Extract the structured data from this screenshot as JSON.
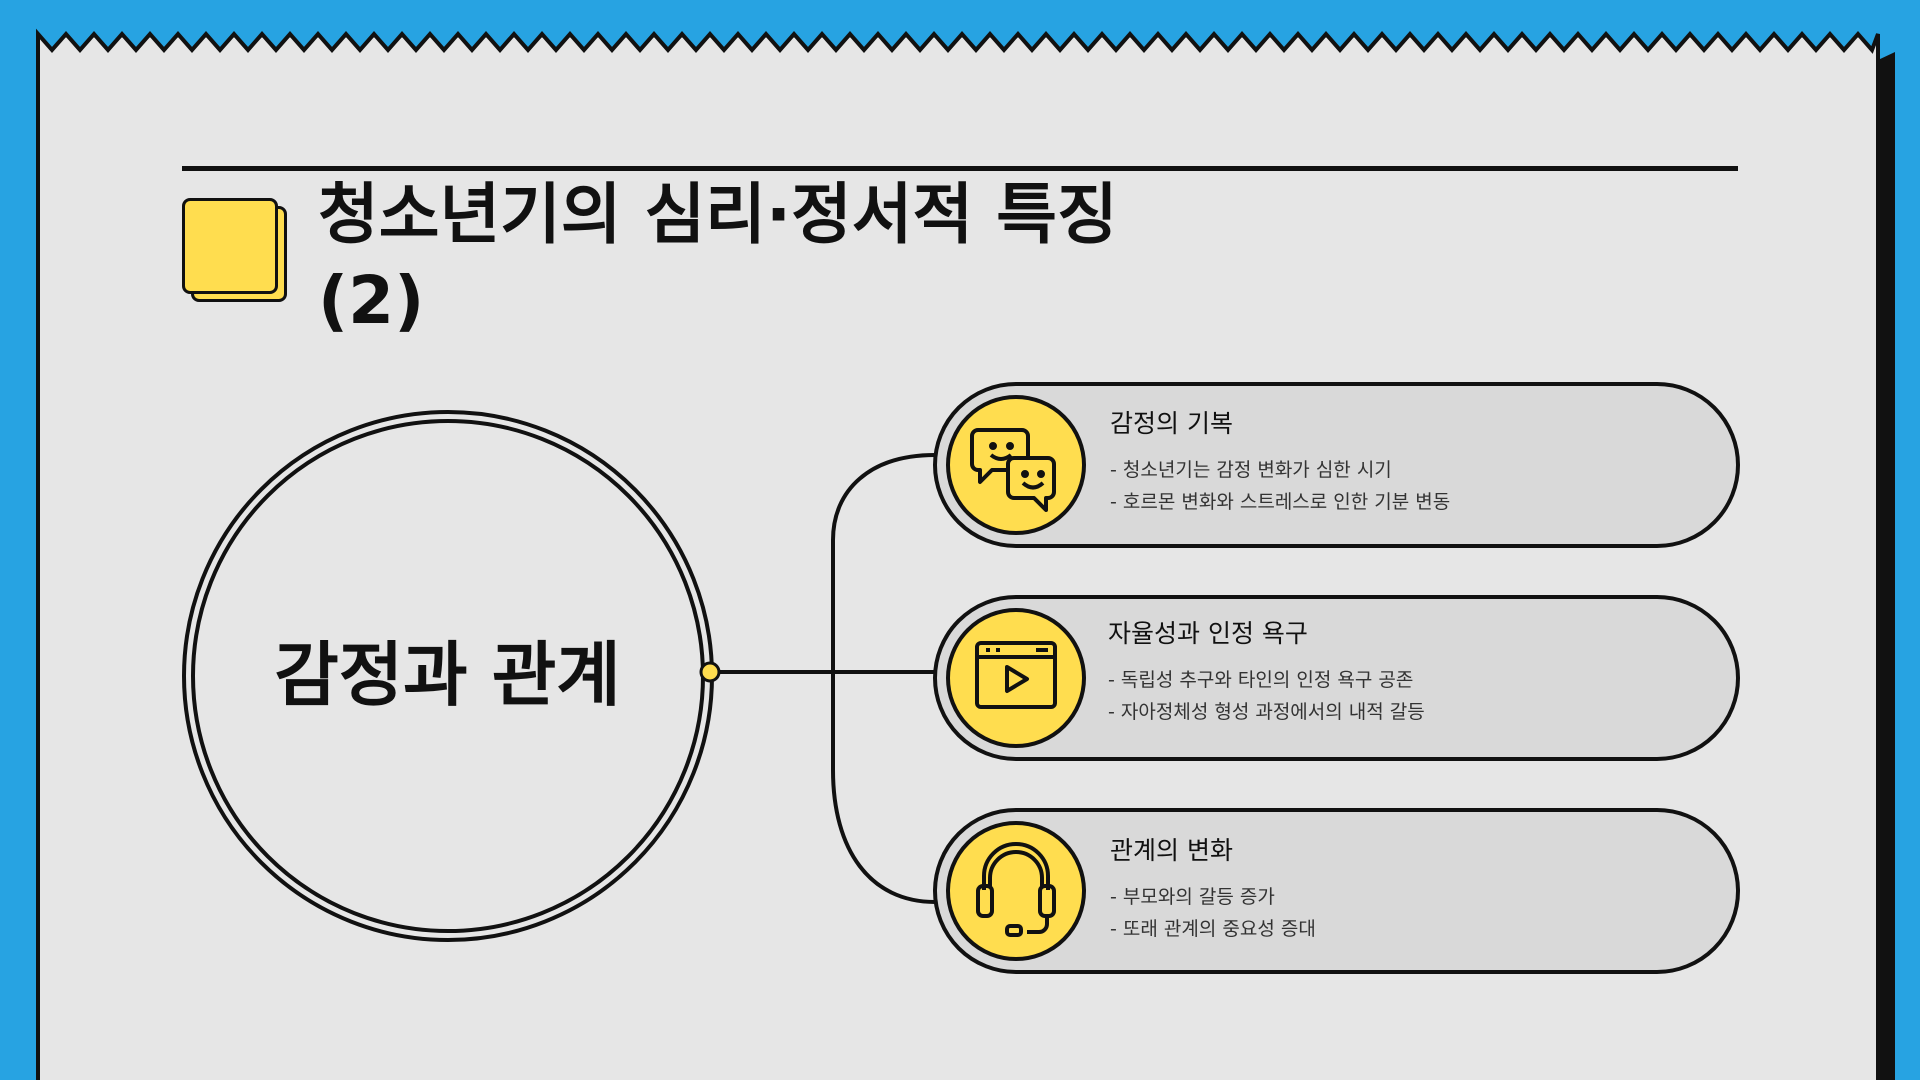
{
  "page": {
    "title": "청소년기의 심리·정서적 특징\n(2)"
  },
  "center": {
    "label": "감정과 관계"
  },
  "cards": [
    {
      "icon": "chat-faces-icon",
      "title": "감정의 기복",
      "lines": [
        "- 청소년기는 감정 변화가 심한 시기",
        "- 호르몬 변화와 스트레스로 인한 기분 변동"
      ]
    },
    {
      "icon": "video-player-icon",
      "title": "자율성과 인정 욕구",
      "lines": [
        "- 독립성 추구와 타인의 인정 욕구 공존",
        "- 자아정체성 형성 과정에서의 내적 갈등"
      ]
    },
    {
      "icon": "headset-icon",
      "title": "관계의 변화",
      "lines": [
        "- 부모와의 갈등 증가",
        "- 또래 관계의 중요성 증대"
      ]
    }
  ],
  "colors": {
    "background": "#27a3e2",
    "paper": "#e6e6e6",
    "accent_yellow": "#ffdd4f",
    "card_fill": "#d9d9d9",
    "ink": "#111111"
  }
}
